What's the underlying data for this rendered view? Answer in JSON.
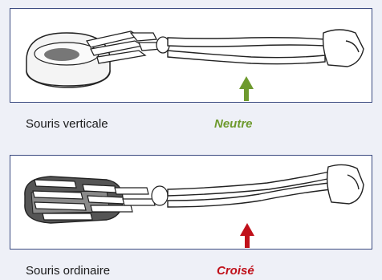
{
  "top": {
    "caption": "Souris verticale",
    "status": "Neutre",
    "status_color": "#6e9a2e",
    "arrow_color": "#6e9a2e",
    "icon": "vertical-mouse-forearm-illustration"
  },
  "bottom": {
    "caption": "Souris ordinaire",
    "status": "Croisé",
    "status_color": "#c0101a",
    "arrow_color": "#c0101a",
    "icon": "ordinary-mouse-forearm-illustration"
  },
  "colors": {
    "panel_border": "#3a4a80",
    "page_background": "#eef0f7"
  }
}
